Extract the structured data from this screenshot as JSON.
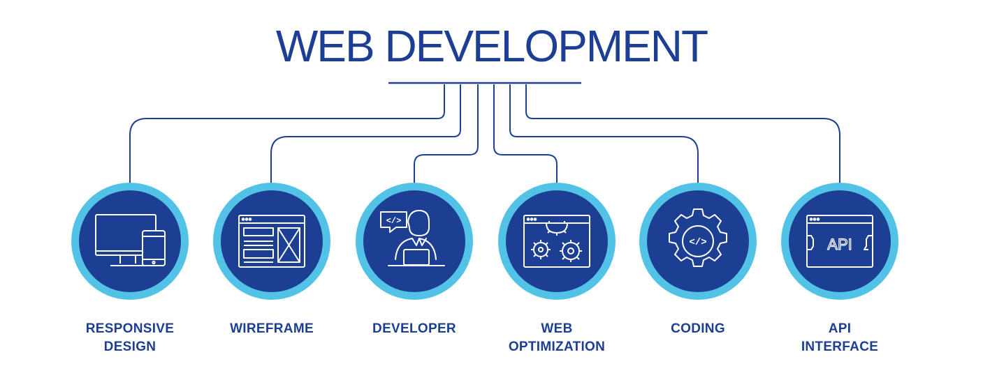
{
  "title": "WEB DEVELOPMENT",
  "colors": {
    "primary": "#1c3f94",
    "ring": "#52c3e6",
    "icon_stroke": "#ffffff",
    "line": "#1c3f94",
    "background": "#ffffff"
  },
  "items": [
    {
      "icon": "responsive-devices-icon",
      "label_lines": [
        "RESPONSIVE",
        "DESIGN"
      ]
    },
    {
      "icon": "wireframe-icon",
      "label_lines": [
        "WIREFRAME"
      ]
    },
    {
      "icon": "developer-icon",
      "label_lines": [
        "DEVELOPER"
      ]
    },
    {
      "icon": "web-optimization-icon",
      "label_lines": [
        "WEB",
        "OPTIMIZATION"
      ]
    },
    {
      "icon": "coding-gear-icon",
      "label_lines": [
        "CODING"
      ]
    },
    {
      "icon": "api-interface-icon",
      "label_lines": [
        "API",
        "INTERFACE"
      ]
    }
  ],
  "icon_texts": {
    "developer_bubble": "</>",
    "coding_gear": "</>",
    "api": "API"
  }
}
